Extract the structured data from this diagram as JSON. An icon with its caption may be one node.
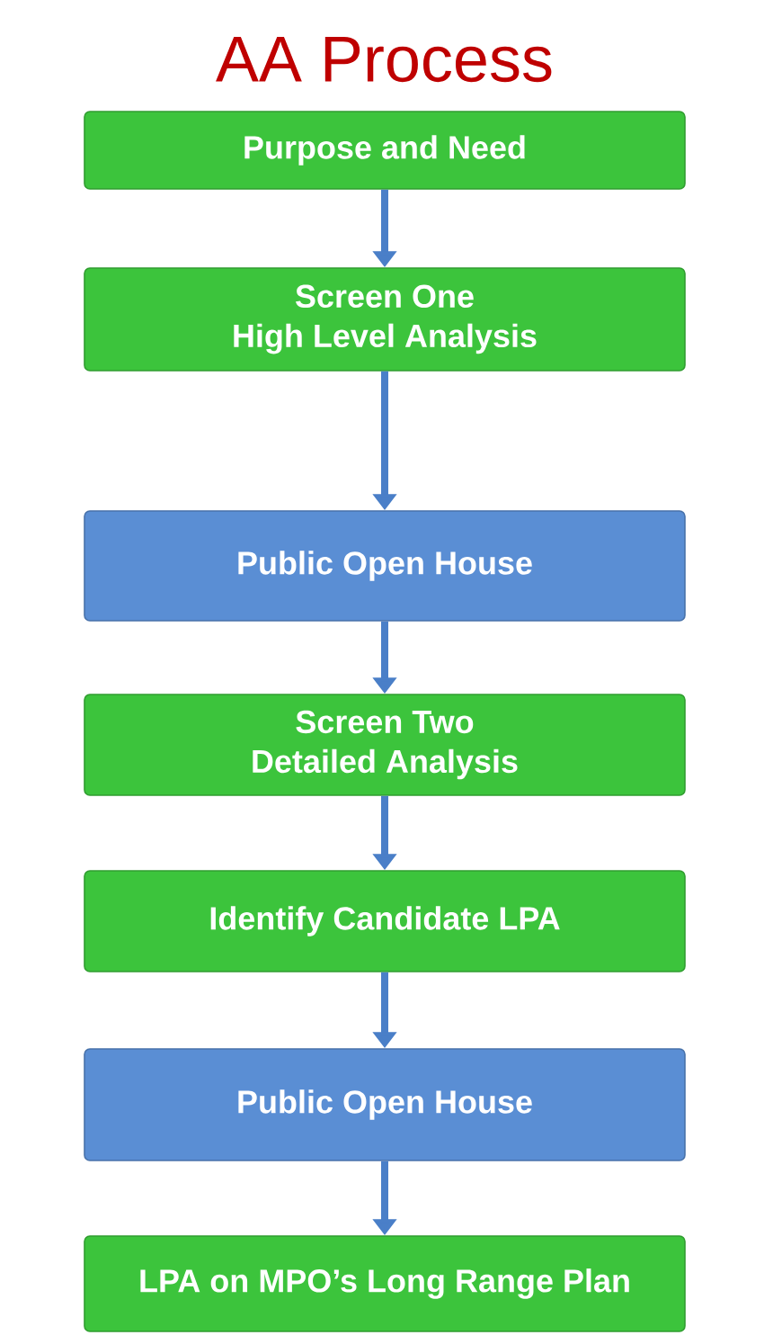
{
  "diagram": {
    "title": "AA Process",
    "nodes": [
      {
        "text": [
          "Purpose and Need"
        ]
      },
      {
        "text": [
          "Screen One",
          "High Level Analysis"
        ]
      },
      {
        "text": [
          "Public Open House"
        ]
      },
      {
        "text": [
          "Screen Two",
          "Detailed Analysis"
        ]
      },
      {
        "text": [
          "Identify Candidate LPA"
        ]
      },
      {
        "text": [
          "Public Open House"
        ]
      },
      {
        "text": [
          "LPA on MPO’s Long Range Plan"
        ]
      }
    ],
    "edges": [
      {
        "from": 0,
        "to": 1,
        "arrow": "to"
      },
      {
        "from": 1,
        "to": 2,
        "arrow": "to"
      },
      {
        "from": 2,
        "to": 3,
        "arrow": "to"
      },
      {
        "from": 3,
        "to": 4,
        "arrow": "to"
      },
      {
        "from": 4,
        "to": 5,
        "arrow": "to"
      },
      {
        "from": 5,
        "to": 6,
        "arrow": "to"
      }
    ]
  }
}
